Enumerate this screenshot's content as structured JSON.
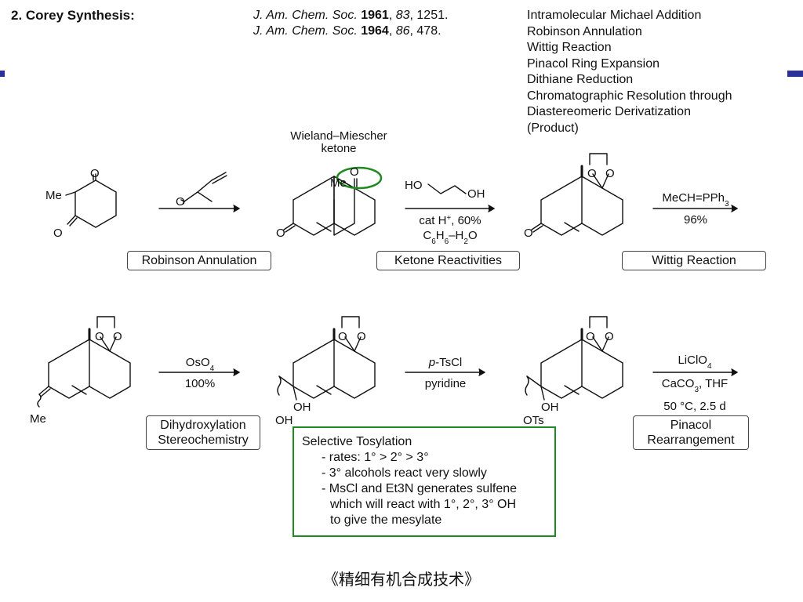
{
  "header": {
    "title": "2. Corey Synthesis:",
    "references": [
      {
        "journal": "J. Am. Chem. Soc.",
        "year": "1961",
        "volume": "83",
        "page": "1251."
      },
      {
        "journal": "J. Am. Chem. Soc.",
        "year": "1964",
        "volume": "86",
        "page": "478."
      }
    ],
    "concepts": [
      "Intramolecular Michael Addition",
      "Robinson Annulation",
      "Wittig Reaction",
      "Pinacol Ring Expansion",
      "Dithiane Reduction",
      "Chromatographic Resolution through",
      "Diastereomeric Derivatization",
      "(Product)"
    ]
  },
  "scheme": {
    "compound_names": {
      "wieland_line1": "Wieland–Miescher",
      "wieland_line2": "ketone"
    },
    "atom_labels": {
      "me": "Me",
      "o": "O",
      "oh": "OH",
      "ho": "HO",
      "ots": "OTs"
    },
    "step1": {
      "reagent_note": ""
    },
    "step2": {
      "line1": "cat H",
      "line1_sup": "+",
      "line1_rest": ", 60%",
      "line2": "C6H6–H2O"
    },
    "step3": {
      "line1": "MeCH=PPh3",
      "line2": "96%"
    },
    "step4": {
      "line1": "OsO4",
      "line2": "100%"
    },
    "step5": {
      "line1_italic": "p",
      "line1_rest": "-TsCl",
      "line2": "pyridine"
    },
    "step6": {
      "line1": "LiClO4",
      "line2": "CaCO3, THF",
      "line3": "50 °C, 2.5 d"
    }
  },
  "labels": {
    "robinson": "Robinson Annulation",
    "ketone": "Ketone Reactivities",
    "wittig": "Wittig Reaction",
    "dihydroxylation_1": "Dihydroxylation",
    "dihydroxylation_2": "Stereochemistry",
    "pinacol_1": "Pinacol",
    "pinacol_2": "Rearrangement"
  },
  "note": {
    "title": "Selective Tosylation",
    "lines": [
      "- rates: 1° > 2° > 3°",
      "- 3° alcohols react very slowly",
      "- MsCl and Et3N generates sulfene",
      "which will react with 1°, 2°, 3° OH",
      "to give the mesylate"
    ]
  },
  "footer": "《精细有机合成技术》",
  "colors": {
    "highlight": "#1f8a1f",
    "accent_bar": "#2b2f9a"
  }
}
